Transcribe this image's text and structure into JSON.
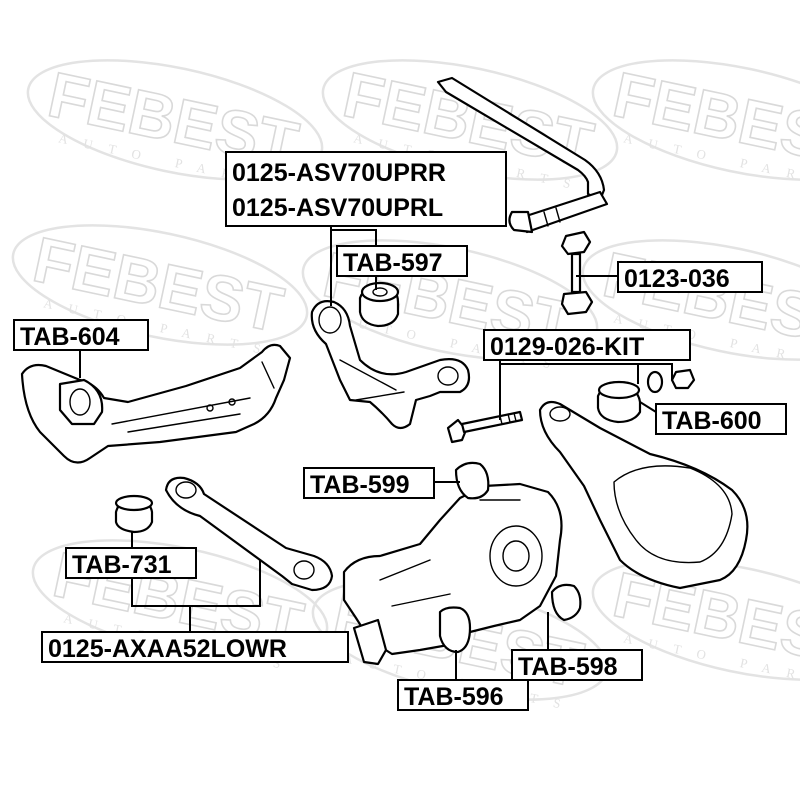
{
  "watermark": {
    "brand": "FEBEST",
    "subtitle": "AUTO PARTS"
  },
  "labels": {
    "uprr": "0125-ASV70UPRR",
    "uprl": "0125-ASV70UPRL",
    "tab597": "TAB-597",
    "p0123": "0123-036",
    "tab604": "TAB-604",
    "kit": "0129-026-KIT",
    "tab600": "TAB-600",
    "tab599": "TAB-599",
    "tab731": "TAB-731",
    "lowr": "0125-AXAA52LOWR",
    "tab598": "TAB-598",
    "tab596": "TAB-596"
  },
  "icons": {
    "stabilizer": "stabilizer-bar-icon",
    "link": "stabilizer-link-icon",
    "upper_arm": "upper-arm-icon",
    "trailing_arm": "trailing-arm-icon",
    "lower_arm": "lower-arm-icon",
    "knuckle": "knuckle-icon",
    "control_arm": "rear-control-arm-icon",
    "bushing": "bushing-icon",
    "bolt": "camber-bolt-icon"
  }
}
